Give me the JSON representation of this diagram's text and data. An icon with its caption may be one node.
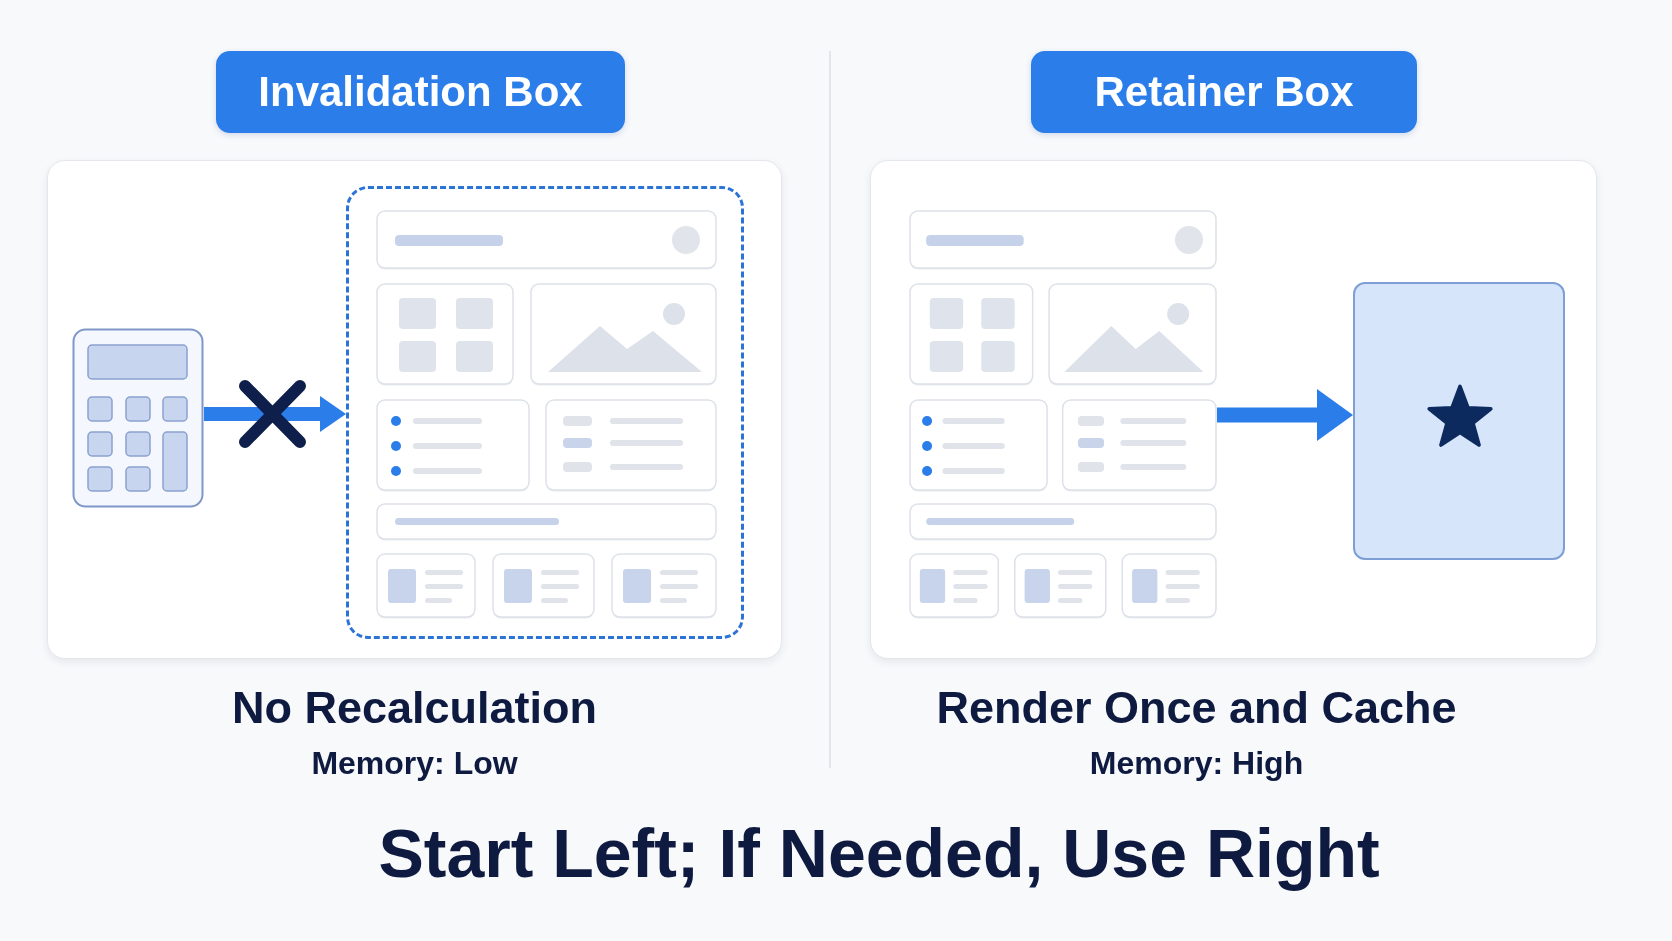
{
  "diagram": {
    "nodes": [
      {
        "text": [
          "Invalidation Box"
        ]
      },
      {
        "text": [],
        "shape": "box",
        "beside": [
          "No Recalculation",
          "Memory: Low"
        ]
      },
      {
        "text": [],
        "shape": "picture",
        "in": 1
      },
      {
        "text": [],
        "shape": "box",
        "in": 1
      },
      {
        "text": [
          "Retainer Box"
        ]
      },
      {
        "text": [],
        "shape": "box",
        "beside": [
          "Render Once and Cache",
          "Memory: High"
        ]
      },
      {
        "text": [],
        "shape": "picture",
        "in": 5
      },
      {
        "text": [],
        "shape": "box",
        "in": 5
      }
    ],
    "edges": [
      {
        "from": 2,
        "to": 3,
        "arrow": "to"
      },
      {
        "from": 6,
        "to": 7,
        "arrow": "to"
      }
    ],
    "caption": "Start Left; If Needed, Use Right"
  }
}
